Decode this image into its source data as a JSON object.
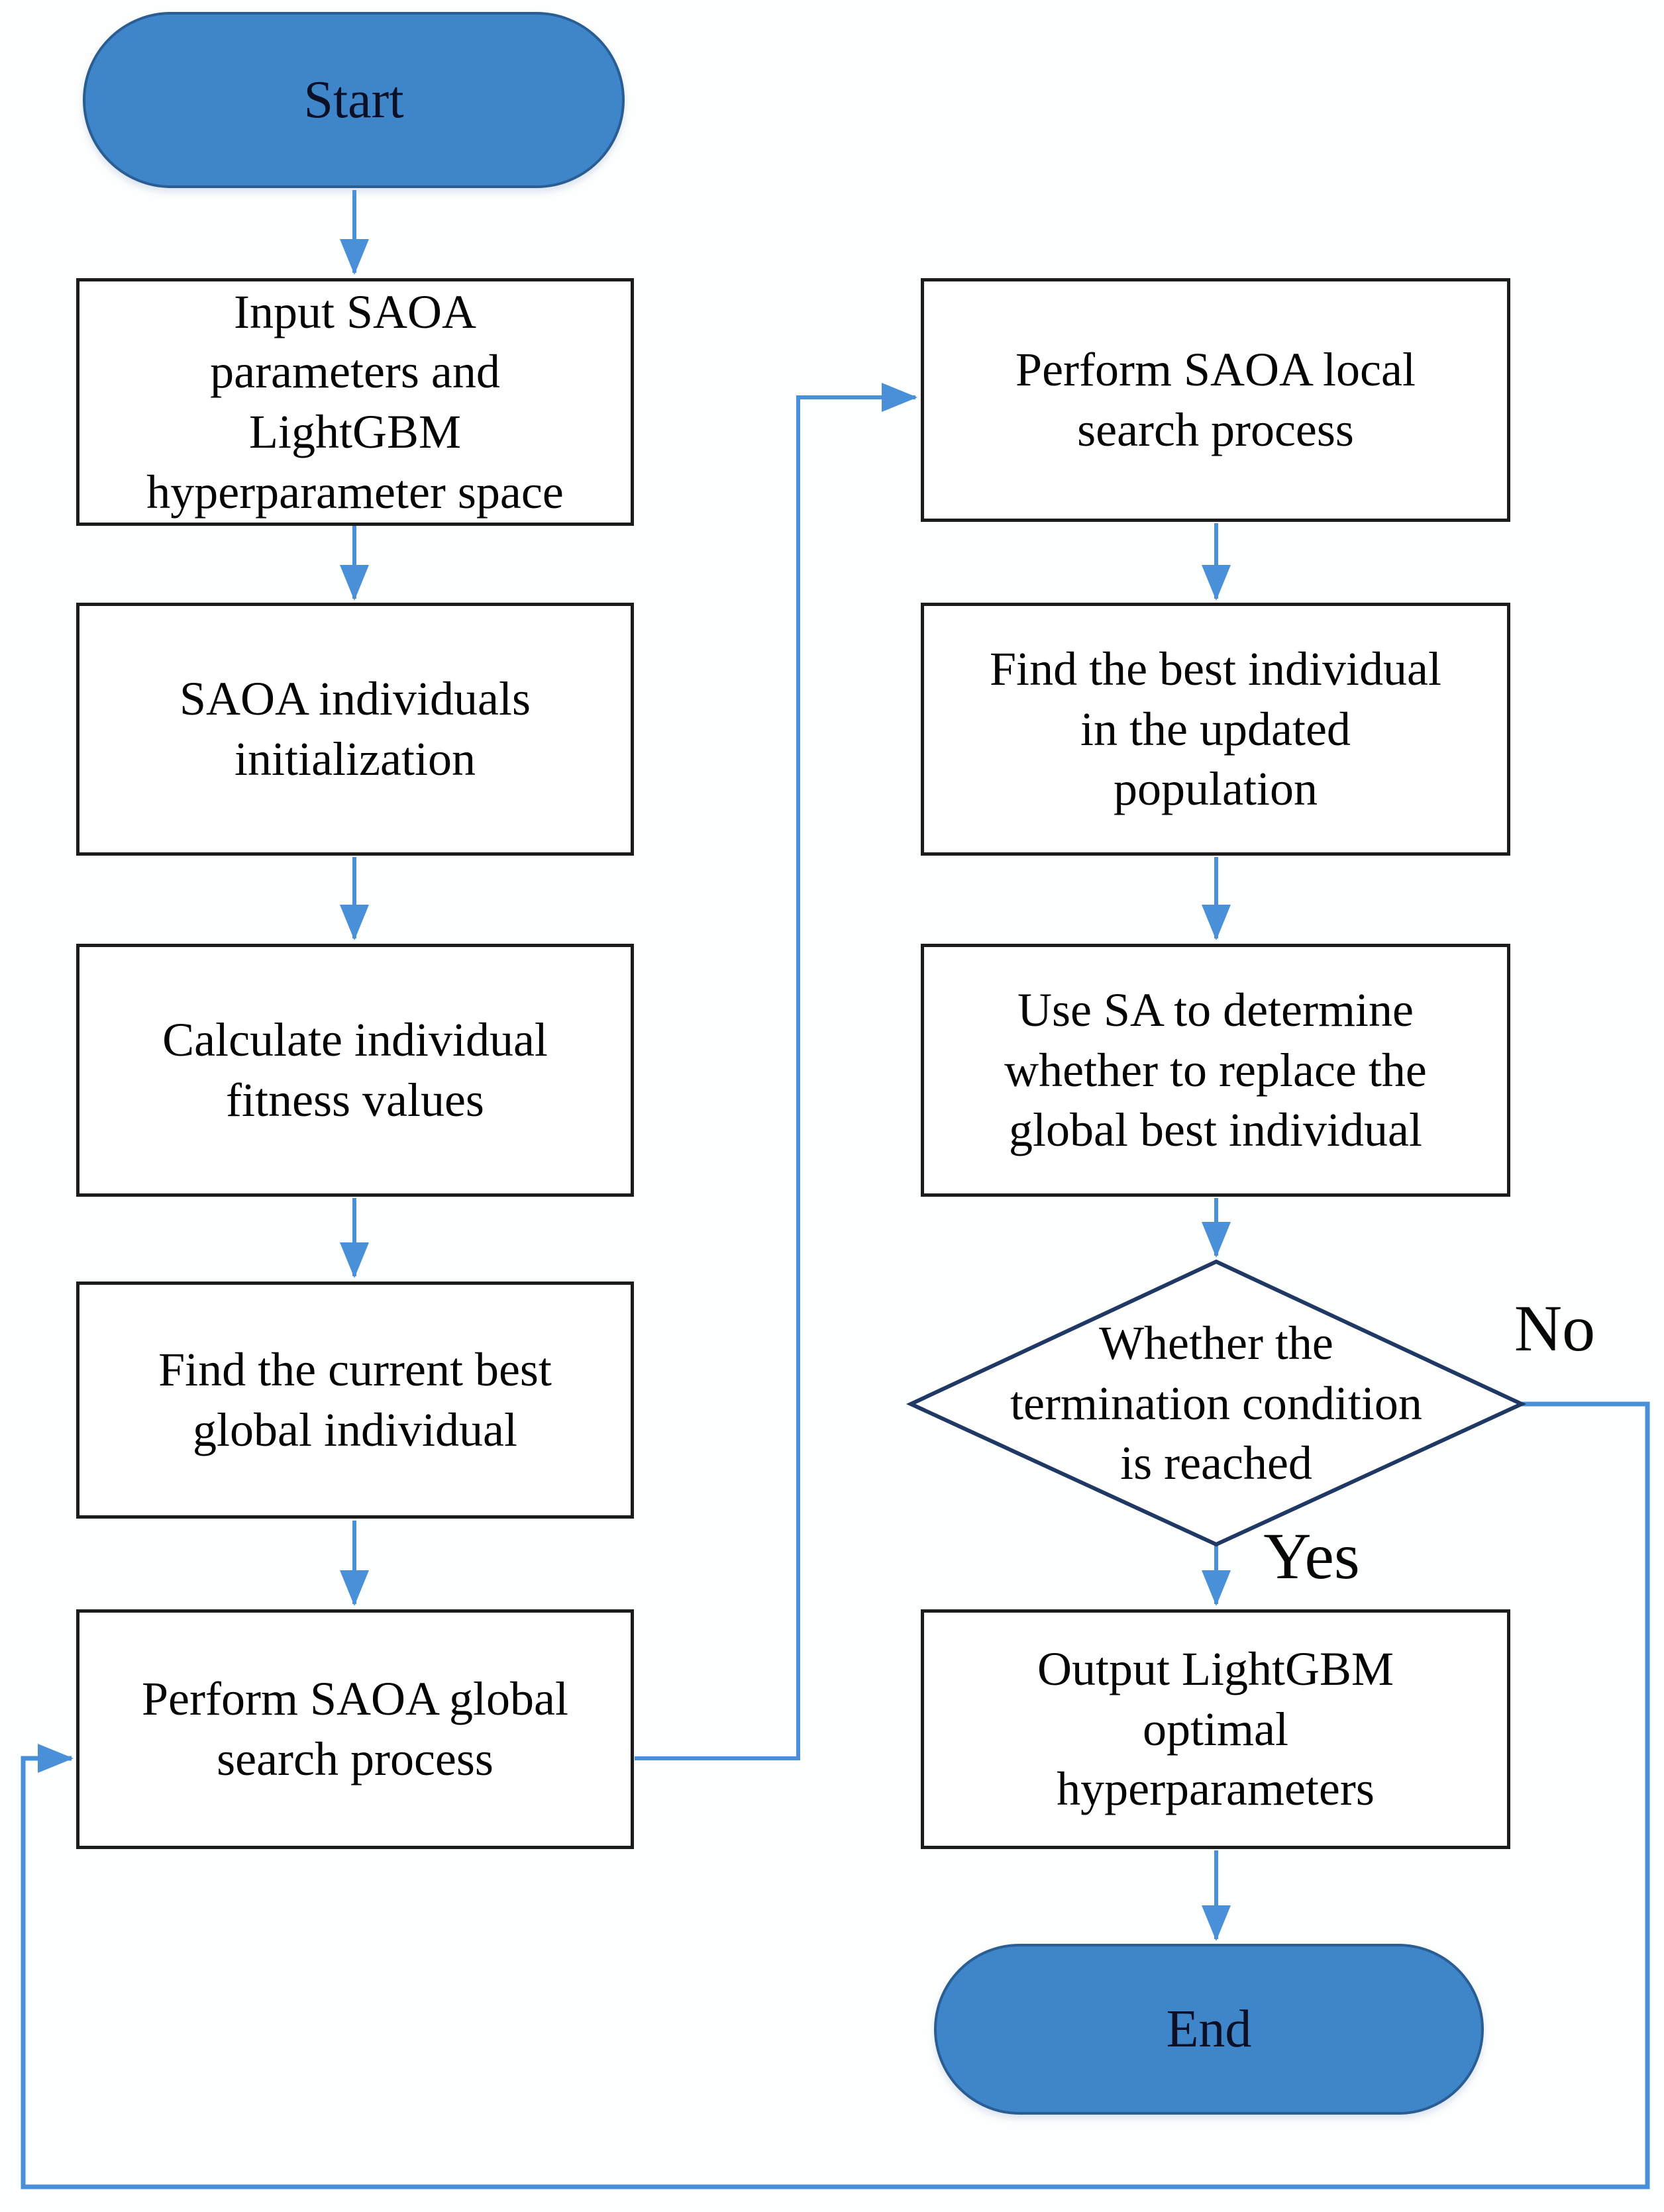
{
  "flowchart": {
    "nodes": {
      "start": {
        "label": "Start",
        "shape": "terminator"
      },
      "input_params": {
        "label": "Input SAOA\nparameters and\nLightGBM\nhyperparameter space",
        "shape": "process"
      },
      "individuals_init": {
        "label": "SAOA individuals\ninitialization",
        "shape": "process"
      },
      "calc_fitness": {
        "label": "Calculate individual\nfitness values",
        "shape": "process"
      },
      "current_best": {
        "label": "Find the current best\nglobal individual",
        "shape": "process"
      },
      "global_search": {
        "label": "Perform SAOA global\nsearch process",
        "shape": "process"
      },
      "local_search": {
        "label": "Perform SAOA local\nsearch process",
        "shape": "process"
      },
      "best_updated": {
        "label": "Find the best individual\nin the updated\npopulation",
        "shape": "process"
      },
      "sa_replace": {
        "label": "Use SA to determine\nwhether to replace the\nglobal best individual",
        "shape": "process"
      },
      "termination": {
        "label": "Whether the\ntermination condition\nis reached",
        "shape": "decision"
      },
      "output": {
        "label": "Output LightGBM\noptimal\nhyperparameters",
        "shape": "process"
      },
      "end": {
        "label": "End",
        "shape": "terminator"
      }
    },
    "edge_labels": {
      "yes": "Yes",
      "no": "No"
    },
    "edges": [
      {
        "from": "start",
        "to": "input_params"
      },
      {
        "from": "input_params",
        "to": "individuals_init"
      },
      {
        "from": "individuals_init",
        "to": "calc_fitness"
      },
      {
        "from": "calc_fitness",
        "to": "current_best"
      },
      {
        "from": "current_best",
        "to": "global_search"
      },
      {
        "from": "global_search",
        "to": "local_search"
      },
      {
        "from": "local_search",
        "to": "best_updated"
      },
      {
        "from": "best_updated",
        "to": "sa_replace"
      },
      {
        "from": "sa_replace",
        "to": "termination"
      },
      {
        "from": "termination",
        "to": "output",
        "label": "Yes"
      },
      {
        "from": "termination",
        "to": "global_search",
        "label": "No"
      },
      {
        "from": "output",
        "to": "end"
      }
    ],
    "colors": {
      "terminator_fill": "#3E86C9",
      "terminator_border": "#2A5E93",
      "process_border": "#1C1C1C",
      "decision_border": "#1F3864",
      "arrow": "#4A90D9",
      "text": "#050505"
    }
  }
}
